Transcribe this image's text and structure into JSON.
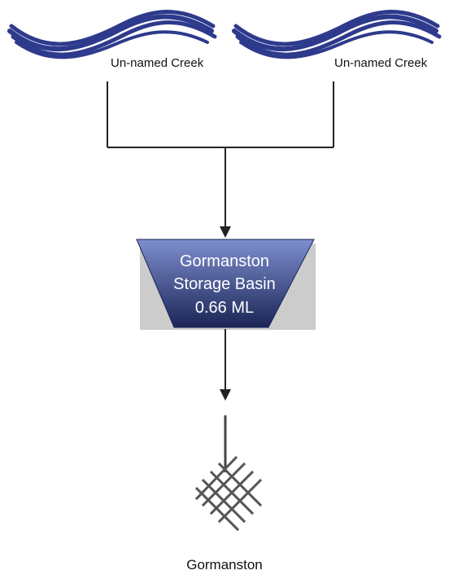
{
  "sources": [
    {
      "label": "Un-named Creek",
      "icon": "creek-waves-icon"
    },
    {
      "label": "Un-named Creek",
      "icon": "creek-waves-icon"
    }
  ],
  "storage": {
    "name_line1": "Gormanston",
    "name_line2": "Storage Basin",
    "capacity": "0.66 ML",
    "icon": "storage-basin-icon"
  },
  "destination": {
    "label": "Gormanston",
    "icon": "town-grid-icon"
  },
  "colors": {
    "wave": "#2e3a8c",
    "basin_top": "#7e8fd0",
    "basin_bottom": "#1b2555",
    "shadow": "#cccccc",
    "line": "#222222",
    "grid": "#555555"
  }
}
